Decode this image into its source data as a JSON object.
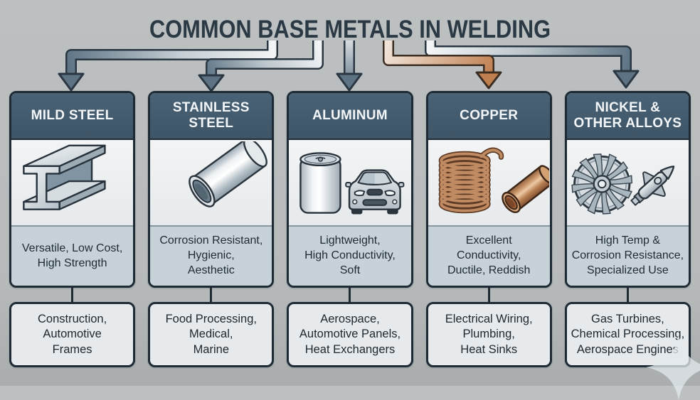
{
  "title": "COMMON BASE METALS IN WELDING",
  "columns": [
    {
      "header": "MILD STEEL",
      "illustration": "steel-i-beam",
      "properties": "Versatile, Low Cost,\nHigh Strength",
      "applications": "Construction,\nAutomotive\nFrames"
    },
    {
      "header": "STAINLESS\nSTEEL",
      "illustration": "stainless-steel-tube",
      "properties": "Corrosion Resistant,\nHygienic,\nAesthetic",
      "applications": "Food Processing,\nMedical,\nMarine"
    },
    {
      "header": "ALUMINUM",
      "illustration": "aluminum-can-and-car",
      "properties": "Lightweight,\nHigh Conductivity,\nSoft",
      "applications": "Aerospace,\nAutomotive Panels,\nHeat Exchangers"
    },
    {
      "header": "COPPER",
      "illustration": "copper-coil-and-pipe",
      "properties": "Excellent\nConductivity,\nDuctile, Reddish",
      "applications": "Electrical Wiring,\nPlumbing,\nHeat Sinks"
    },
    {
      "header": "NICKEL &\nOTHER ALLOYS",
      "illustration": "turbine-fan-and-rocket",
      "properties": "High Temp &\nCorrosion Resistance,\nSpecialized Use",
      "applications": "Gas Turbines,\nChemical Processing,\nAerospace Engines"
    }
  ],
  "colors": {
    "background": "#b7bbbc",
    "card_header": "#425a6d",
    "card_border": "#1e2a34",
    "illustration_bg": "#eceff0",
    "properties_bg": "#c6d1d8",
    "applications_bg": "#e7eaec",
    "title_text": "#2b3945",
    "header_text": "#f3f6f8",
    "body_text": "#1f2a33",
    "arrow_steel": "#5d7384",
    "arrow_copper": "#c0814f"
  }
}
